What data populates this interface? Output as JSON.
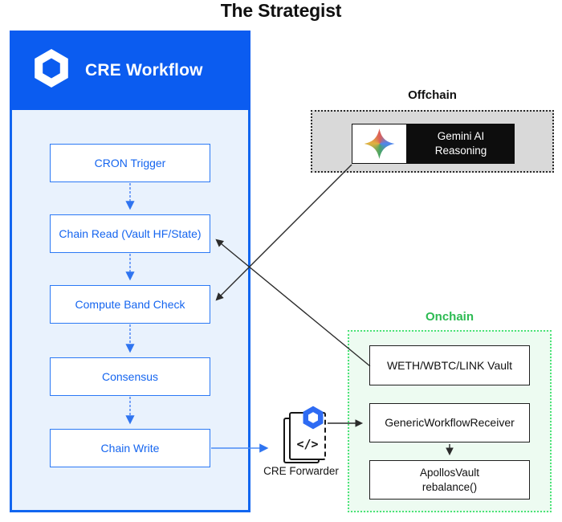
{
  "title": "The Strategist",
  "cre_panel": {
    "header_label": "CRE Workflow",
    "steps": [
      {
        "label": "CRON Trigger"
      },
      {
        "label": "Chain Read (Vault HF/State)"
      },
      {
        "label": "Compute Band Check"
      },
      {
        "label": "Consensus"
      },
      {
        "label": "Chain Write"
      }
    ]
  },
  "offchain": {
    "label": "Offchain",
    "gemini_line1": "Gemini AI",
    "gemini_line2": "Reasoning"
  },
  "onchain": {
    "label": "Onchain",
    "boxes": [
      {
        "lines": [
          "WETH/WBTC/LINK Vault"
        ]
      },
      {
        "lines": [
          "GenericWorkflowReceiver"
        ]
      },
      {
        "lines": [
          "ApollosVault",
          "rebalance()"
        ]
      }
    ]
  },
  "forwarder": {
    "label": "CRE Forwarder",
    "code_glyph": "</>"
  },
  "colors": {
    "chainlink_blue": "#0b5cf0",
    "panel_border_blue": "#1266f0",
    "panel_bg": "#e9f2fd",
    "step_text_blue": "#1565ef",
    "offchain_bg": "#d9d9d9",
    "chip_black": "#0d0d0d",
    "onchain_green": "#2dbb53",
    "onchain_border_green": "#4ce378",
    "onchain_bg": "#edfbf1"
  }
}
